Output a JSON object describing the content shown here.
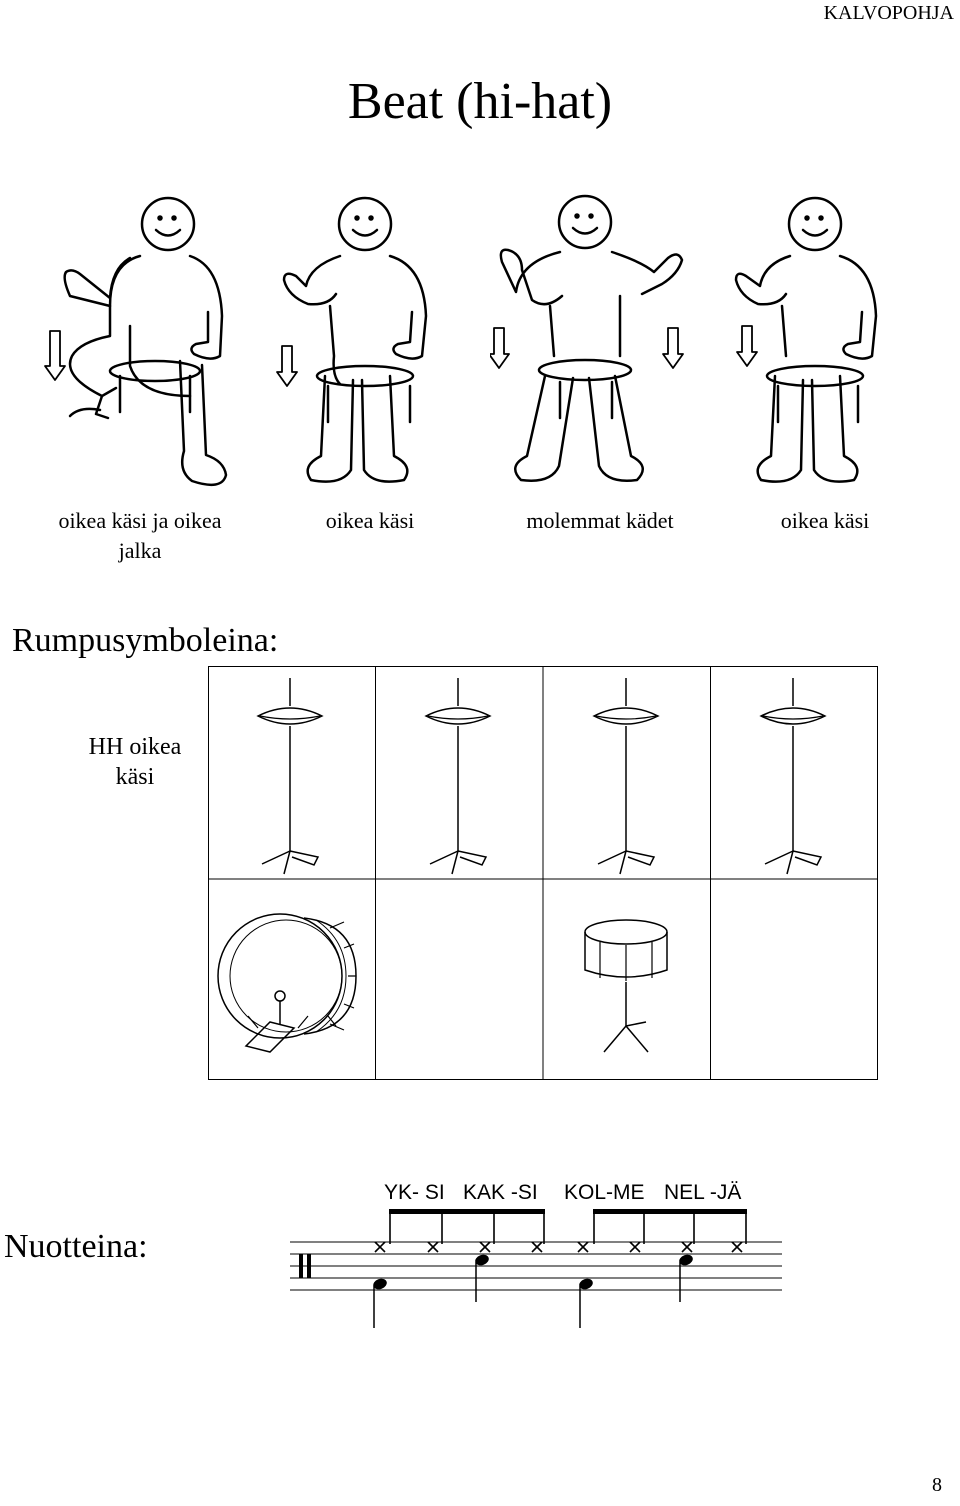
{
  "header": {
    "tag": "KALVOPOHJA"
  },
  "title": "Beat (hi-hat)",
  "figures": [
    {
      "icon": "figure-kick-arrow-icon",
      "caption_line1": "oikea käsi ja oikea",
      "caption_line2": "jalka"
    },
    {
      "icon": "figure-right-hand-icon",
      "caption_line1": "oikea käsi",
      "caption_line2": ""
    },
    {
      "icon": "figure-both-hands-icon",
      "caption_line1": "molemmat kädet",
      "caption_line2": ""
    },
    {
      "icon": "figure-right-hand-icon",
      "caption_line1": "oikea käsi",
      "caption_line2": ""
    }
  ],
  "drum_symbols": {
    "heading": "Rumpusymboleina:",
    "row_label_line1": "HH oikea",
    "row_label_line2": "käsi",
    "top_row": [
      "hi-hat",
      "hi-hat",
      "hi-hat",
      "hi-hat"
    ],
    "bottom_row": [
      "bass-drum",
      "",
      "snare-drum",
      ""
    ]
  },
  "notation": {
    "heading": "Nuotteina:",
    "syllables": [
      "YK- SI",
      "KAK -SI",
      "KOL-ME",
      "NEL -JÄ"
    ]
  },
  "page_number": "8"
}
